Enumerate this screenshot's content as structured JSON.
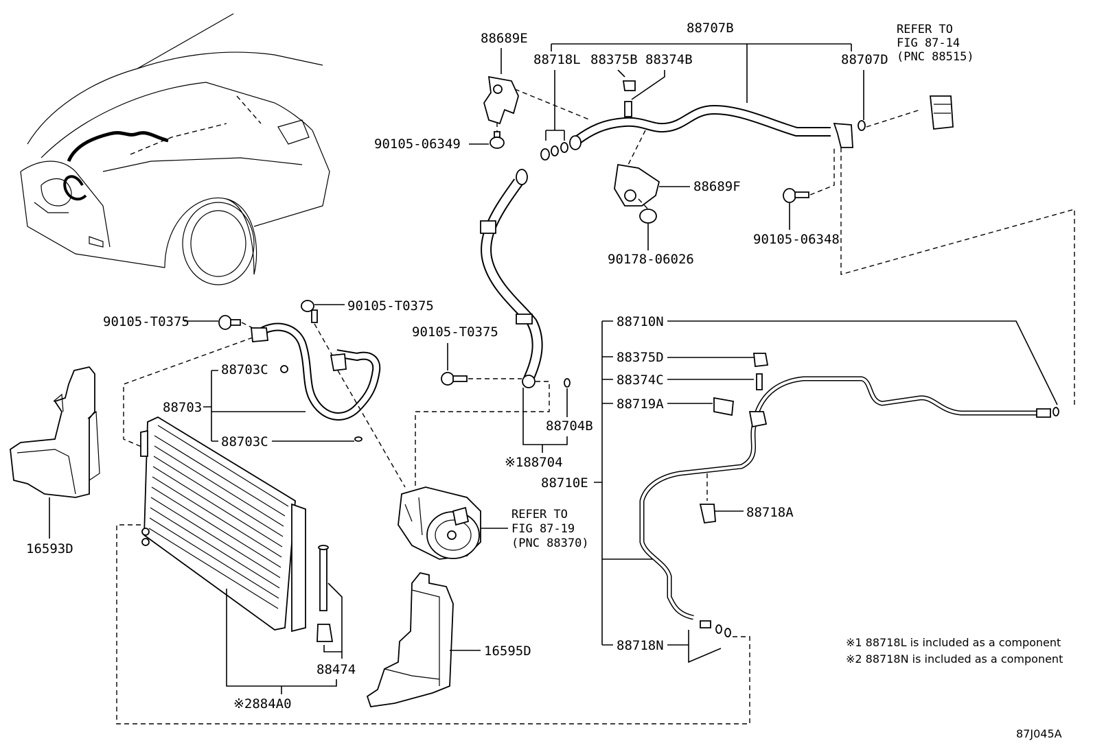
{
  "figure_id": "87J045A",
  "refer_notes": {
    "top": [
      "REFER TO",
      "FIG 87-14",
      "(PNC 88515)"
    ],
    "compressor": [
      "REFER TO",
      "FIG 87-19",
      "(PNC 88370)"
    ]
  },
  "labels": {
    "p88707B": "88707B",
    "p88689E": "88689E",
    "p88718L": "88718L",
    "p88375B": "88375B",
    "p88374B": "88374B",
    "p88707D": "88707D",
    "p90105_06349": "90105-06349",
    "p88689F": "88689F",
    "p90105_06348": "90105-06348",
    "p90178_06026": "90178-06026",
    "p90105_T0375_a": "90105-T0375",
    "p90105_T0375_b": "90105-T0375",
    "p90105_T0375_c": "90105-T0375",
    "p88703C_a": "88703C",
    "p88703": "88703",
    "p88703C_b": "88703C",
    "p88704B": "88704B",
    "p88704": "※188704",
    "p88710N": "88710N",
    "p88375D": "88375D",
    "p88374C": "88374C",
    "p88719A": "88719A",
    "p88710E": "88710E",
    "p88718A": "88718A",
    "p88718N": "88718N",
    "p16593D": "16593D",
    "p16595D": "16595D",
    "p88474": "88474",
    "p884A0": "※2884A0"
  },
  "footnotes": [
    "※1 88718L is included as a component",
    "※2 88718N is included as a component"
  ]
}
